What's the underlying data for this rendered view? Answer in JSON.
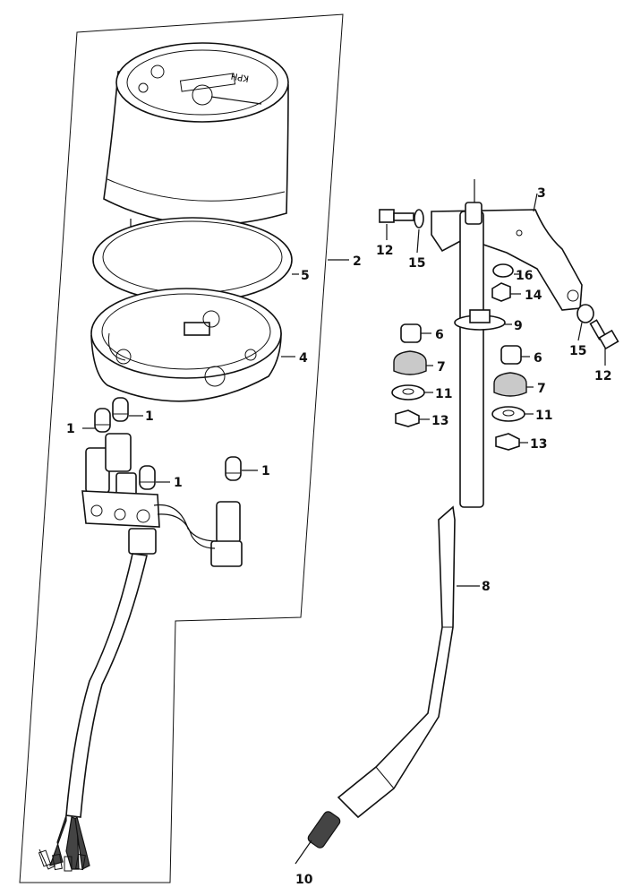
{
  "callouts": [
    "1",
    "2",
    "3",
    "4",
    "5",
    "6",
    "7",
    "8",
    "9",
    "10",
    "11",
    "12",
    "13",
    "14",
    "15",
    "16"
  ],
  "gauge_face_text": "KPH"
}
